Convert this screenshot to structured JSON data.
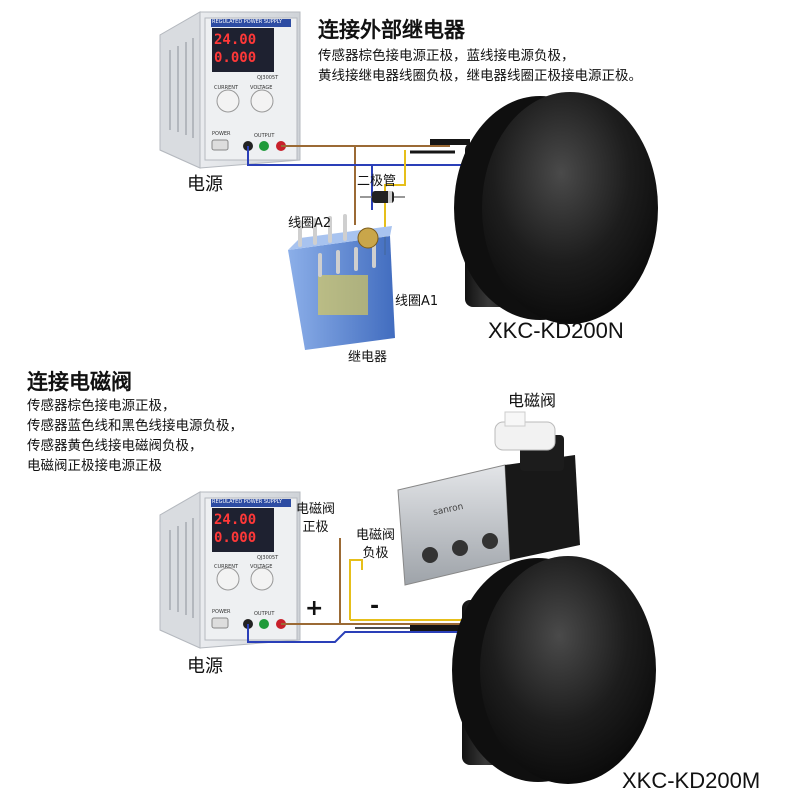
{
  "section1": {
    "title": "连接外部继电器",
    "desc_line1": "传感器棕色接电源正极，蓝线接电源负极，",
    "desc_line2": "黄线接继电器线圈负极，继电器线圈正极接电源正极。",
    "power_label": "电源",
    "diode_label": "二极管",
    "coil_a2_label": "线圈A2",
    "coil_a1_label": "线圈A1",
    "relay_label": "继电器",
    "model": "XKC-KD200N"
  },
  "section2": {
    "title": "连接电磁阀",
    "desc_line1": "传感器棕色接电源正极，",
    "desc_line2": "传感器蓝色线和黑色线接电源负极，",
    "desc_line3": "传感器黄色线接电磁阀负极，",
    "desc_line4": "电磁阀正极接电源正极",
    "valve_label": "电磁阀",
    "valve_pos_line1": "电磁阀",
    "valve_pos_line2": "正极",
    "valve_neg_line1": "电磁阀",
    "valve_neg_line2": "负极",
    "plus_sign": "+",
    "minus_sign": "-",
    "power_label": "电源",
    "model": "XKC-KD200M"
  },
  "psu": {
    "display_top": "24.00",
    "display_bottom": "0.000",
    "brand": "REGULATED POWER SUPPLY",
    "model_no": "QJ3005T",
    "current_label": "CURRENT",
    "voltage_label": "VOLTAGE",
    "power_label": "POWER",
    "output_label": "OUTPUT"
  },
  "valve_body": {
    "brand": "sanron"
  },
  "colors": {
    "wire_brown": "#9b6a35",
    "wire_blue": "#2a3fb8",
    "wire_yellow": "#e6bf1a",
    "wire_black": "#151515",
    "sensor_black": "#1a1a1a",
    "psu_body": "#e9ebee",
    "display_red": "#ff3838"
  }
}
